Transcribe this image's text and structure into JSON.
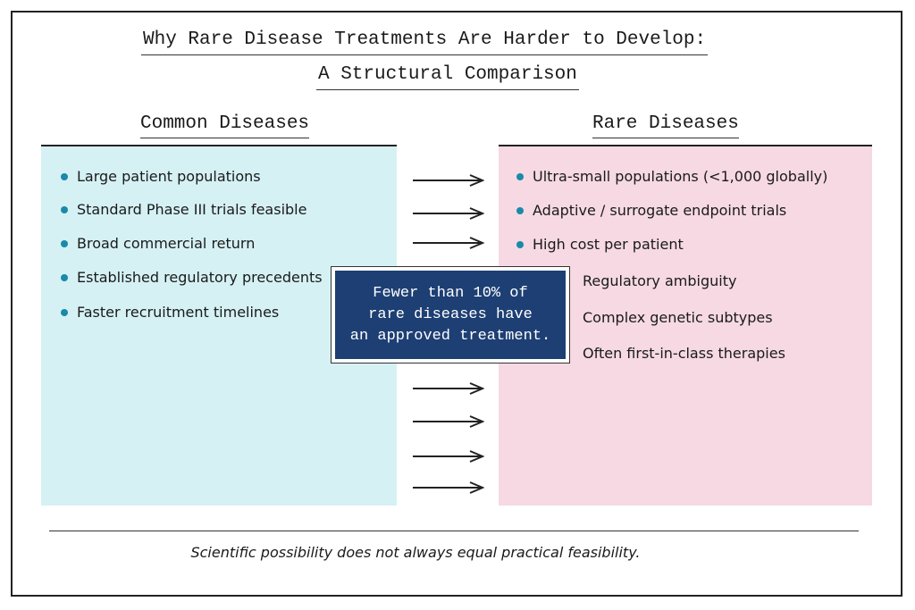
{
  "title": "Why Rare Disease Treatments Are Harder to Develop:",
  "subtitle": "A Structural Comparison",
  "left": {
    "heading": "Common Diseases",
    "color": "#d5f1f4",
    "items": [
      "Large patient populations",
      "Standard Phase III trials feasible",
      "Broad commercial return",
      "Established regulatory precedents",
      "Faster recruitment timelines"
    ]
  },
  "right": {
    "heading": "Rare Diseases",
    "color": "#f6d9e3",
    "bullet_items": [
      "Ultra-small populations (<1,000 globally)",
      "Adaptive / surrogate endpoint trials",
      "High cost per patient"
    ],
    "plain_items": [
      "Regulatory ambiguity",
      "Complex genetic subtypes",
      "Often first-in-class therapies"
    ]
  },
  "callout": "Fewer than 10% of\nrare diseases have\nan approved treatment.",
  "caption": "Scientific possibility does not always equal practical feasibility."
}
